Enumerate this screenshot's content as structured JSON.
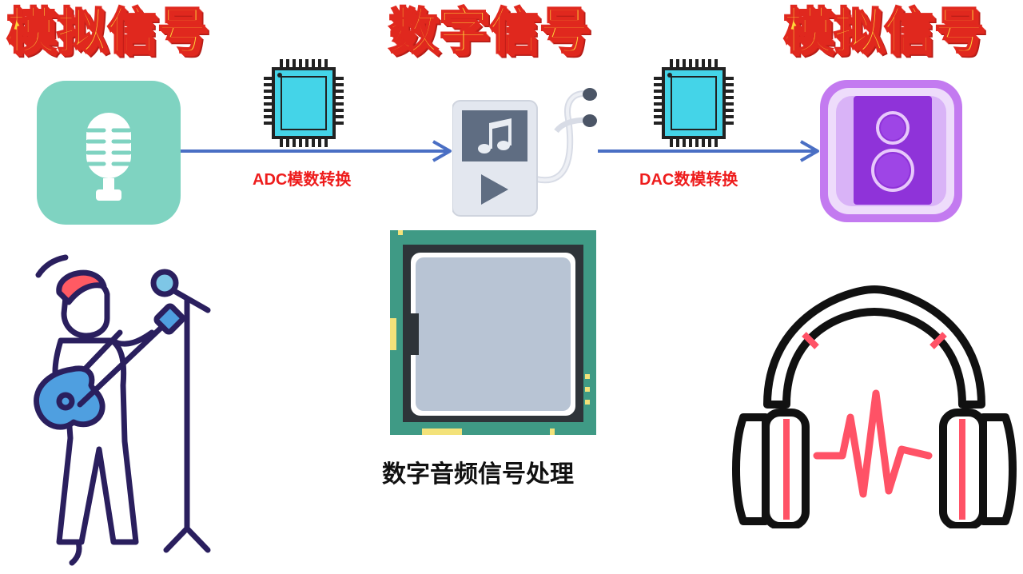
{
  "titles": {
    "left": "模拟信号",
    "center": "数字信号",
    "right": "模拟信号"
  },
  "arrows": {
    "adc_label": "ADC模数转换",
    "dac_label": "DAC数模转换"
  },
  "processor": {
    "caption": "数字音频信号处理"
  },
  "icons": {
    "microphone": "microphone-icon",
    "adc_chip": "chip-icon",
    "music_player": "music-player-icon",
    "dac_chip": "chip-icon",
    "speaker": "speaker-icon",
    "singer": "guitar-singer-icon",
    "cpu": "cpu-icon",
    "headphones": "headphones-icon"
  },
  "colors": {
    "title_fill": "#ffd83a",
    "title_stroke": "#e0281e",
    "arrow": "#4a6fc4",
    "label_red": "#ee1c1c",
    "mic_bg": "#7fd3c1",
    "chip_cyan": "#44d4e8",
    "speaker_purple": "#9b3fe0",
    "cpu_green": "#3f9a85",
    "headphone_red": "#ff5266"
  }
}
